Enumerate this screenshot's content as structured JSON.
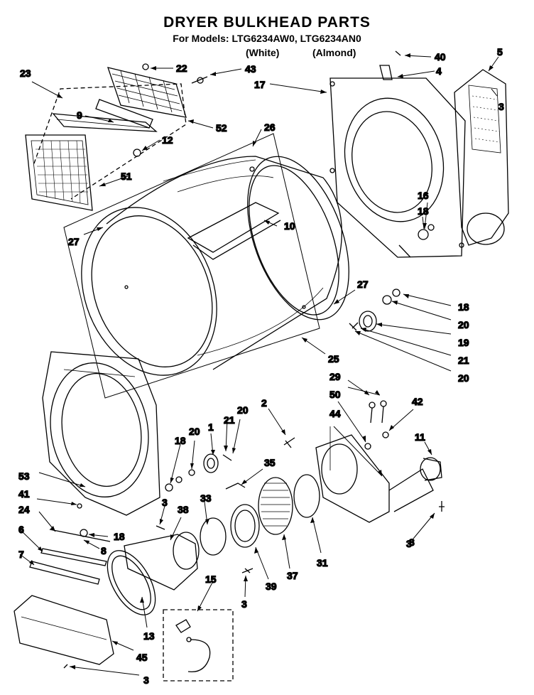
{
  "title": "DRYER BULKHEAD PARTS",
  "subtitle": "For Models: LTG6234AW0, LTG6234AN0",
  "variants": {
    "white": "(White)",
    "almond": "(Almond)"
  },
  "callouts": [
    "22",
    "43",
    "23",
    "9",
    "52",
    "12",
    "51",
    "26",
    "40",
    "4",
    "5",
    "17",
    "3",
    "16",
    "18",
    "10",
    "27",
    "27",
    "18",
    "20",
    "19",
    "21",
    "20",
    "25",
    "29",
    "50",
    "44",
    "42",
    "11",
    "2",
    "3",
    "1",
    "21",
    "20",
    "20",
    "18",
    "35",
    "53",
    "41",
    "3",
    "38",
    "33",
    "24",
    "18",
    "8",
    "6",
    "7",
    "39",
    "37",
    "31",
    "13",
    "45",
    "3",
    "3",
    "15",
    "3"
  ]
}
